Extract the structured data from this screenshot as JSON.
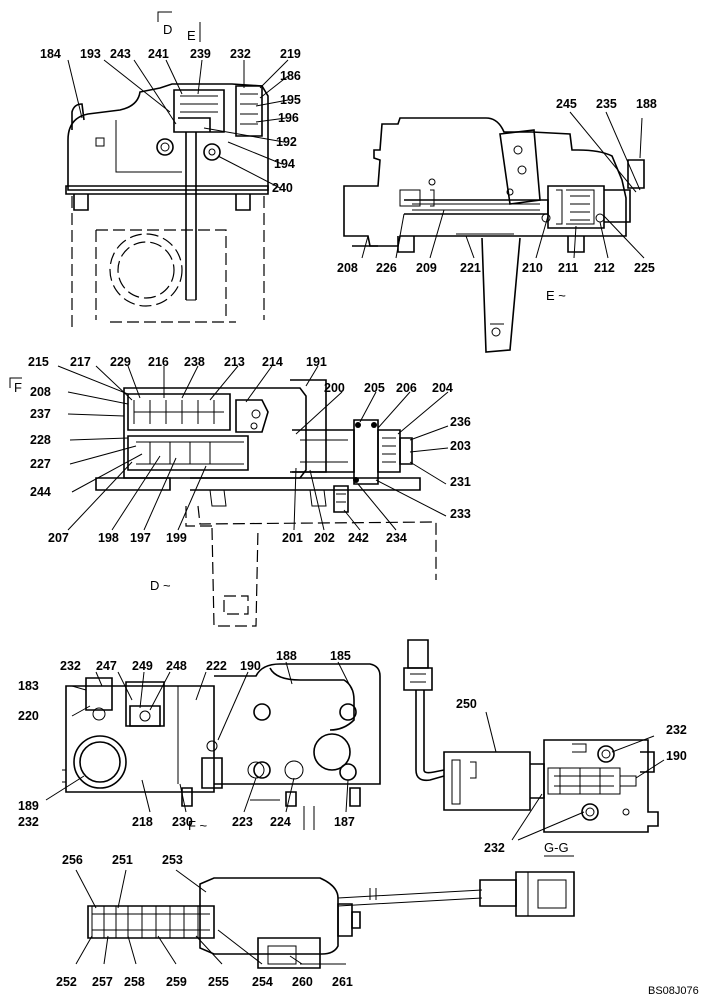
{
  "section_markers": {
    "d": "D",
    "e": "E",
    "f": "F"
  },
  "view_labels": {
    "d": "D ~",
    "e": "E ~",
    "f": "F ~",
    "gg": "G-G"
  },
  "drawing_code": "BS08J076",
  "parts": {
    "p184": "184",
    "p193": "193",
    "p243": "243",
    "p241": "241",
    "p239": "239",
    "p232a": "232",
    "p219": "219",
    "p186": "186",
    "p195": "195",
    "p196": "196",
    "p192": "192",
    "p194": "194",
    "p240": "240",
    "p245": "245",
    "p235": "235",
    "p188a": "188",
    "p208a": "208",
    "p226": "226",
    "p209": "209",
    "p221": "221",
    "p210": "210",
    "p211": "211",
    "p212": "212",
    "p225": "225",
    "p215": "215",
    "p217": "217",
    "p229": "229",
    "p216": "216",
    "p238": "238",
    "p213": "213",
    "p214": "214",
    "p191": "191",
    "p208b": "208",
    "p237": "237",
    "p228": "228",
    "p227": "227",
    "p244": "244",
    "p200": "200",
    "p205": "205",
    "p206": "206",
    "p204": "204",
    "p236": "236",
    "p203": "203",
    "p231": "231",
    "p233": "233",
    "p207": "207",
    "p198": "198",
    "p197": "197",
    "p199": "199",
    "p201": "201",
    "p202": "202",
    "p242": "242",
    "p234": "234",
    "p232b": "232",
    "p247": "247",
    "p249": "249",
    "p248": "248",
    "p222": "222",
    "p190a": "190",
    "p188b": "188",
    "p185": "185",
    "p183": "183",
    "p220": "220",
    "p189": "189",
    "p232c": "232",
    "p218": "218",
    "p230": "230",
    "p223": "223",
    "p224": "224",
    "p187": "187",
    "p250": "250",
    "p232d": "232",
    "p190b": "190",
    "p232e": "232",
    "p256": "256",
    "p251": "251",
    "p253": "253",
    "p252": "252",
    "p257": "257",
    "p258": "258",
    "p259": "259",
    "p255": "255",
    "p254": "254",
    "p260": "260",
    "p261": "261"
  }
}
